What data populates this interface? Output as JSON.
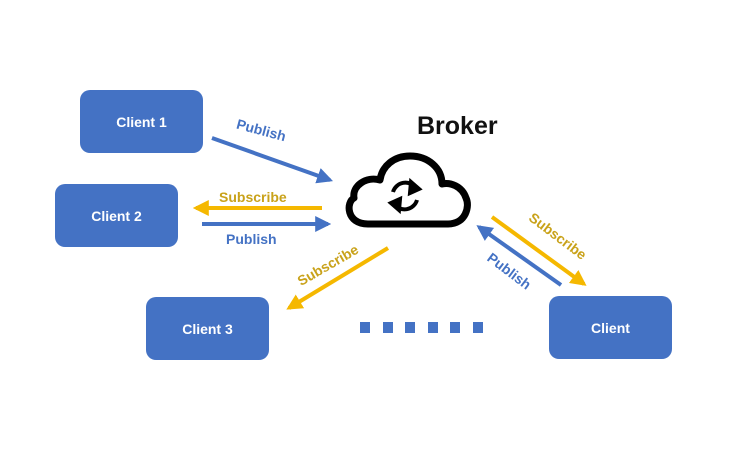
{
  "diagram": {
    "title": "Broker",
    "broker_icon": "cloud-sync-icon",
    "clients": [
      {
        "id": "c1",
        "label": "Client 1"
      },
      {
        "id": "c2",
        "label": "Client 2"
      },
      {
        "id": "c3",
        "label": "Client 3"
      },
      {
        "id": "c4",
        "label": "Client"
      }
    ],
    "edges": [
      {
        "from": "Client 1",
        "to": "Broker",
        "label": "Publish",
        "type": "publish"
      },
      {
        "from": "Broker",
        "to": "Client 2",
        "label": "Subscribe",
        "type": "subscribe"
      },
      {
        "from": "Client 2",
        "to": "Broker",
        "label": "Publish",
        "type": "publish"
      },
      {
        "from": "Broker",
        "to": "Client 3",
        "label": "Subscribe",
        "type": "subscribe"
      },
      {
        "from": "Broker",
        "to": "Client",
        "label": "Subscribe",
        "type": "subscribe"
      },
      {
        "from": "Client",
        "to": "Broker",
        "label": "Publish",
        "type": "publish"
      }
    ],
    "ellipsis_count": 6,
    "colors": {
      "publish": "#4472c4",
      "subscribe": "#f5b800",
      "subscribe_text": "#c9a21a",
      "client_fill": "#4472c4"
    }
  }
}
